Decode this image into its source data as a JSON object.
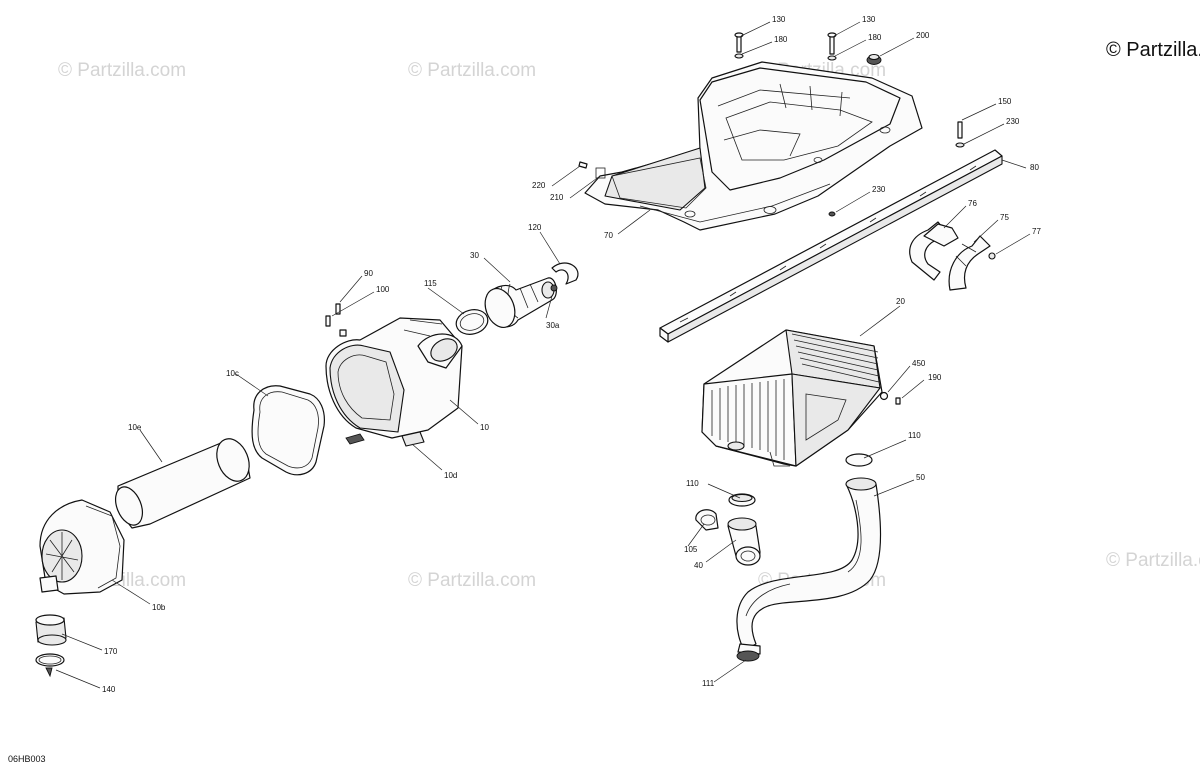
{
  "watermark": {
    "text": "© Partzilla.com",
    "corner_text": "© Partzilla.com"
  },
  "diagram_code": "06HB003",
  "callouts": {
    "c130a": "130",
    "c130b": "130",
    "c180a": "180",
    "c180b": "180",
    "c200": "200",
    "c150": "150",
    "c230a": "230",
    "c80": "80",
    "c220": "220",
    "c210": "210",
    "c70": "70",
    "c230b": "230",
    "c76": "76",
    "c75": "75",
    "c77": "77",
    "c120": "120",
    "c30": "30",
    "c90": "90",
    "c100": "100",
    "c115": "115",
    "c30a": "30a",
    "c20": "20",
    "c450": "450",
    "c190": "190",
    "c10c": "10c",
    "c10": "10",
    "c10e": "10e",
    "c10d": "10d",
    "c110a": "110",
    "c110b": "110",
    "c50": "50",
    "c105": "105",
    "c40": "40",
    "c10b": "10b",
    "c170": "170",
    "c140": "140",
    "c111": "111"
  }
}
